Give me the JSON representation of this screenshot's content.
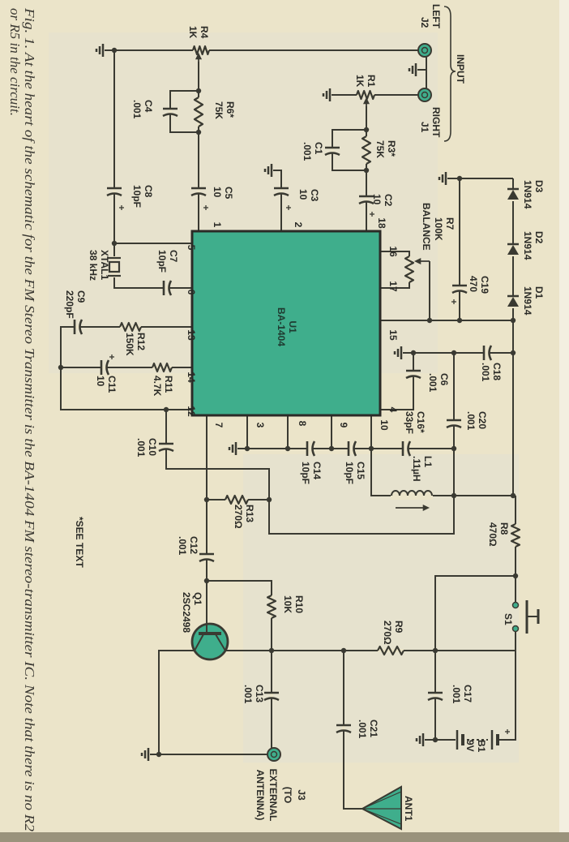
{
  "figure": {
    "caption_line1": "Fig. 1. At the heart of the schematic for the FM Stereo Transmitter is the BA-1404 FM stereo-transmitter IC. Note that there is no R2",
    "caption_line2": "or R5 in the circuit.",
    "note": "*SEE TEXT"
  },
  "input": {
    "group_label": "INPUT",
    "left_label": "LEFT",
    "left_ref": "J2",
    "right_label": "RIGHT",
    "right_ref": "J1"
  },
  "ic": {
    "ref": "U1",
    "part": "BA-1404",
    "pins": {
      "p1": "1",
      "p2": "2",
      "p3": "3",
      "p4": "4",
      "p5": "5",
      "p6": "6",
      "p7": "7",
      "p8": "8",
      "p9": "9",
      "p10": "10",
      "p12": "12",
      "p13": "13",
      "p14": "14",
      "p15": "15",
      "p16": "16",
      "p17": "17",
      "p18": "18"
    }
  },
  "c": {
    "R1": [
      "R1",
      "1K"
    ],
    "R3": [
      "R3*",
      "75K"
    ],
    "R4": [
      "R4",
      "1K"
    ],
    "R6": [
      "R6*",
      "75K"
    ],
    "R7": [
      "R7",
      "100K",
      "BALANCE"
    ],
    "R8": [
      "R8",
      "470Ω"
    ],
    "R9": [
      "R9",
      "270Ω"
    ],
    "R10": [
      "R10",
      "10K"
    ],
    "R11": [
      "R11",
      "4.7K"
    ],
    "R12": [
      "R12",
      "150K"
    ],
    "R13": [
      "R13",
      "270Ω"
    ],
    "C1": [
      "C1",
      ".001"
    ],
    "C2": [
      "C2",
      "10"
    ],
    "C3": [
      "C3",
      "10"
    ],
    "C4": [
      "C4",
      ".001"
    ],
    "C5": [
      "C5",
      "10"
    ],
    "C6": [
      "C6",
      ".001"
    ],
    "C7": [
      "C7",
      "10pF"
    ],
    "C8": [
      "C8",
      "10pF"
    ],
    "C9": [
      "C9",
      "220pF"
    ],
    "C10": [
      "C10",
      ".001"
    ],
    "C11": [
      "C11",
      "10"
    ],
    "C12": [
      "C12",
      ".001"
    ],
    "C13": [
      "C13",
      ".001"
    ],
    "C14": [
      "C14",
      "10pF"
    ],
    "C15": [
      "C15",
      "10pF"
    ],
    "C16": [
      "C16*",
      "33pF"
    ],
    "C17": [
      "C17",
      ".001"
    ],
    "C18": [
      "C18",
      ".001"
    ],
    "C19": [
      "C19",
      "470"
    ],
    "C20": [
      "C20",
      ".001"
    ],
    "C21": [
      "C21",
      ".001"
    ],
    "D1": [
      "D1",
      "1N914"
    ],
    "D2": [
      "D2",
      "1N914"
    ],
    "D3": [
      "D3",
      "1N914"
    ],
    "L1": [
      "L1",
      ".11µH"
    ],
    "XTAL1": [
      "XTAL1",
      "38 kHz"
    ],
    "Q1": [
      "Q1",
      "2SC2498"
    ],
    "B1": [
      "B1",
      "9V"
    ],
    "S1": [
      "S1"
    ]
  },
  "output": {
    "jack": [
      "J3",
      "(TO",
      "EXTERNAL",
      "ANTENNA)"
    ],
    "antenna": "ANT1"
  },
  "colors": {
    "paper": "#ebe4c9",
    "ink": "#3a3a32",
    "component_green": "#3fae8c"
  }
}
